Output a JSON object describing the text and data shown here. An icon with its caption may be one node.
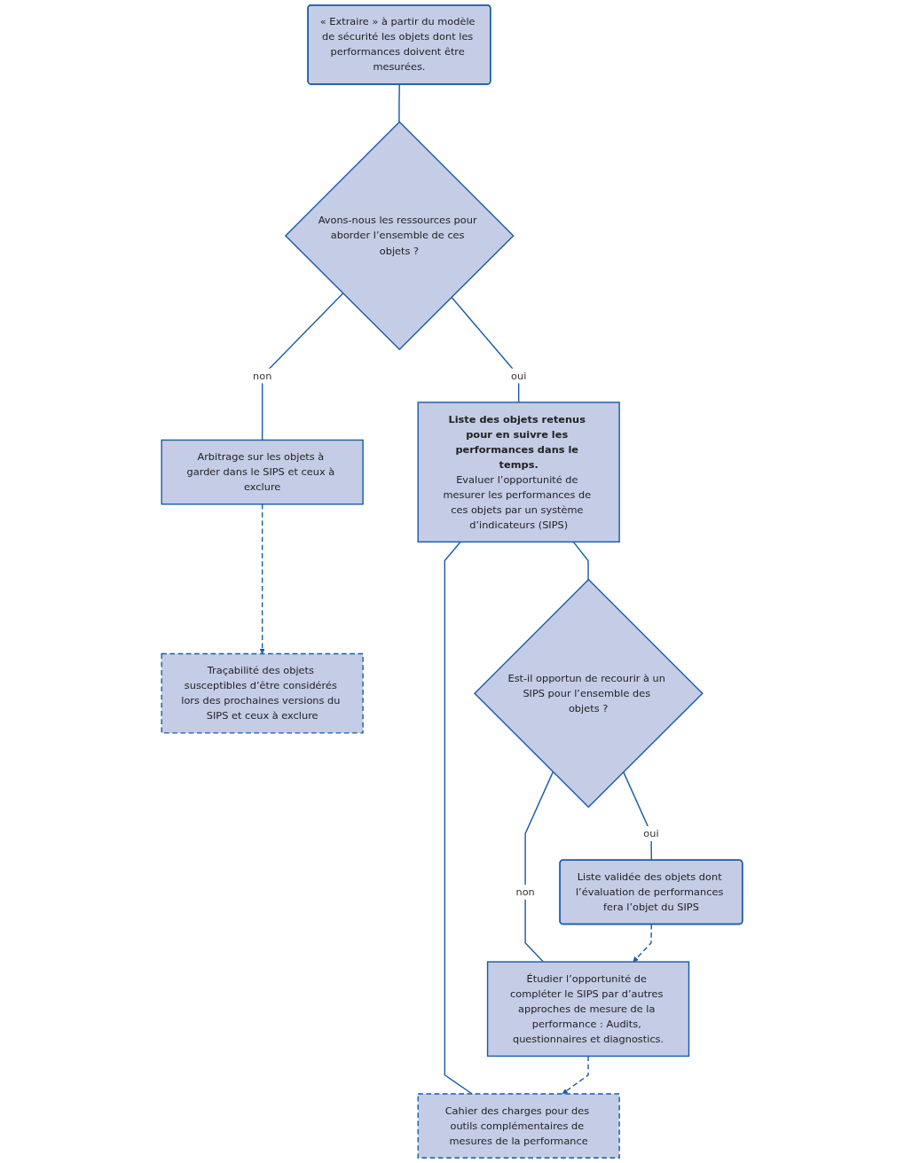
{
  "diagram": {
    "nodes": [
      {
        "text": [
          "« Extraire » à partir du modèle de sécurité les objets dont les performances doivent être mesurées."
        ]
      },
      {
        "text": [
          "Avons-nous les ressources pour aborder l’ensemble de ces objets ?"
        ]
      },
      {
        "text": [
          "Arbitrage sur les objets à garder dans le SIPS et ceux à exclure"
        ]
      },
      {
        "text": [
          "Traçabilité des objets susceptibles d’être considérés lors des prochaines versions du SIPS et ceux à exclure"
        ]
      },
      {
        "text": [
          "Liste des objets retenus pour en suivre les performances dans le temps.",
          "Evaluer l’opportunité de mesurer les performances de ces objets par un système d’indicateurs (SIPS)"
        ]
      },
      {
        "text": [
          "Cahier des charges pour des outils complémentaires de mesures de la performance"
        ]
      },
      {
        "text": [
          "Est-il opportun de recourir à un SIPS pour l’ensemble des objets ?"
        ]
      },
      {
        "text": [
          "Étudier l’opportunité de compléter le SIPS par d’autres approches de mesure de la performance : Audits, questionnaires et diagnostics."
        ]
      },
      {
        "text": [
          "Liste validée des objets dont l’évaluation de performances fera l’objet du SIPS"
        ]
      }
    ],
    "edges": [
      {
        "from": 0,
        "to": 1,
        "arrow": "none"
      },
      {
        "from": 1,
        "to": 2,
        "arrow": "none",
        "label": "non"
      },
      {
        "from": 1,
        "to": 4,
        "arrow": "none",
        "label": "oui"
      },
      {
        "from": 2,
        "to": 3,
        "arrow": "to",
        "style": "dashed"
      },
      {
        "from": 4,
        "to": 5,
        "arrow": "none"
      },
      {
        "from": 4,
        "to": 6,
        "arrow": "none"
      },
      {
        "from": 6,
        "to": 7,
        "arrow": "none",
        "label": "non"
      },
      {
        "from": 6,
        "to": 8,
        "arrow": "none",
        "label": "oui"
      },
      {
        "from": 7,
        "to": 5,
        "arrow": "to",
        "style": "dashed"
      },
      {
        "from": 8,
        "to": 7,
        "arrow": "to",
        "style": "dashed"
      }
    ]
  }
}
